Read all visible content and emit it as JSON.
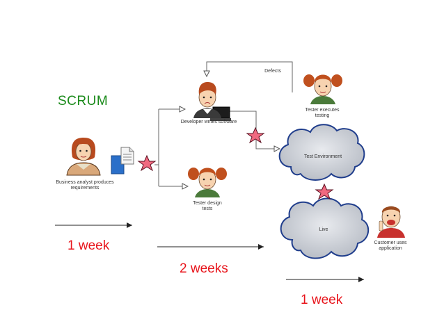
{
  "title": "SCRUM",
  "labels": {
    "defects": "Defects",
    "developer": "Developer writes software",
    "tester_exec_1": "Tester executes",
    "tester_exec_2": "testing",
    "ba_1": "Business analyst produces",
    "ba_2": "requirements",
    "tester_design_1": "Tester design",
    "tester_design_2": "tests",
    "test_env": "Test Environment",
    "live": "Live",
    "customer_1": "Customer uses",
    "customer_2": "application"
  },
  "durations": {
    "week1": "1 week",
    "weeks2": "2 weeks",
    "week1b": "1 week"
  },
  "icons": [
    "person-ba-icon",
    "person-developer-icon",
    "person-tester-icon",
    "person-customer-icon",
    "document-icon",
    "laptop-icon",
    "star-icon",
    "cloud-icon"
  ],
  "colors": {
    "title": "#1a8a1a",
    "duration": "#e8141b",
    "star_fill": "#f06a80",
    "cloud_fill": "#c8ccd4",
    "cloud_stroke": "#1f3d8c",
    "doc_blue": "#2a6fc9"
  }
}
